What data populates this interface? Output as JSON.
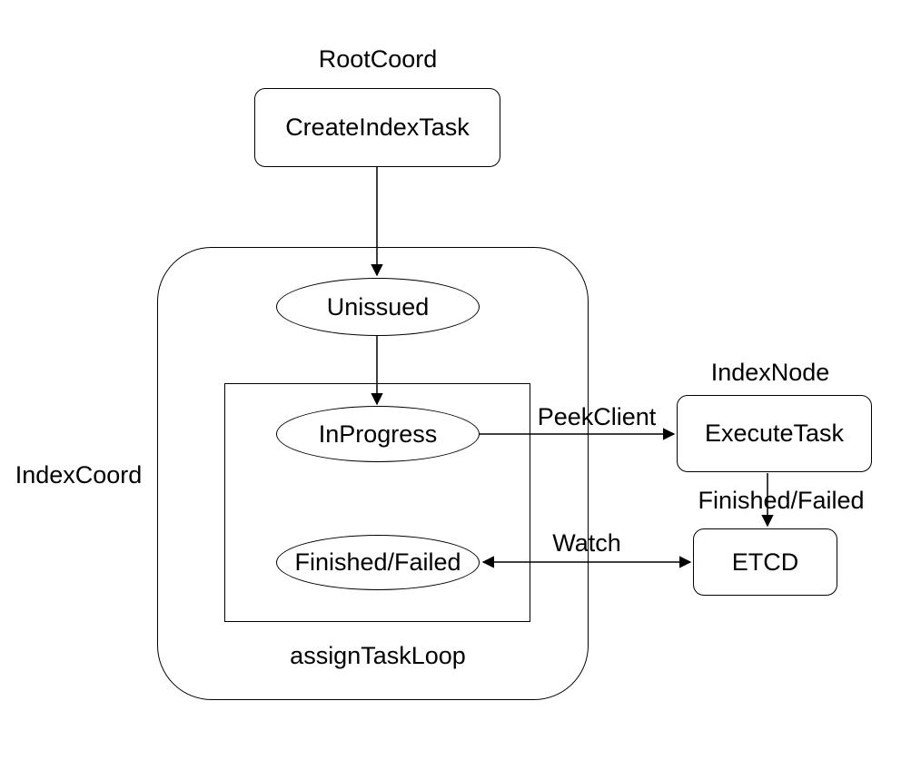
{
  "diagram": {
    "title_labels": {
      "root_coord": "RootCoord",
      "index_node": "IndexNode",
      "index_coord": "IndexCoord",
      "assign_task_loop": "assignTaskLoop"
    },
    "nodes": {
      "create_index_task": "CreateIndexTask",
      "unissued": "Unissued",
      "in_progress": "InProgress",
      "finished_failed": "Finished/Failed",
      "execute_task": "ExecuteTask",
      "etcd": "ETCD"
    },
    "edge_labels": {
      "peek_client": "PeekClient",
      "finished_failed": "Finished/Failed",
      "watch": "Watch"
    },
    "colors": {
      "stroke": "#000000",
      "text": "#000000",
      "background": "#ffffff"
    }
  }
}
